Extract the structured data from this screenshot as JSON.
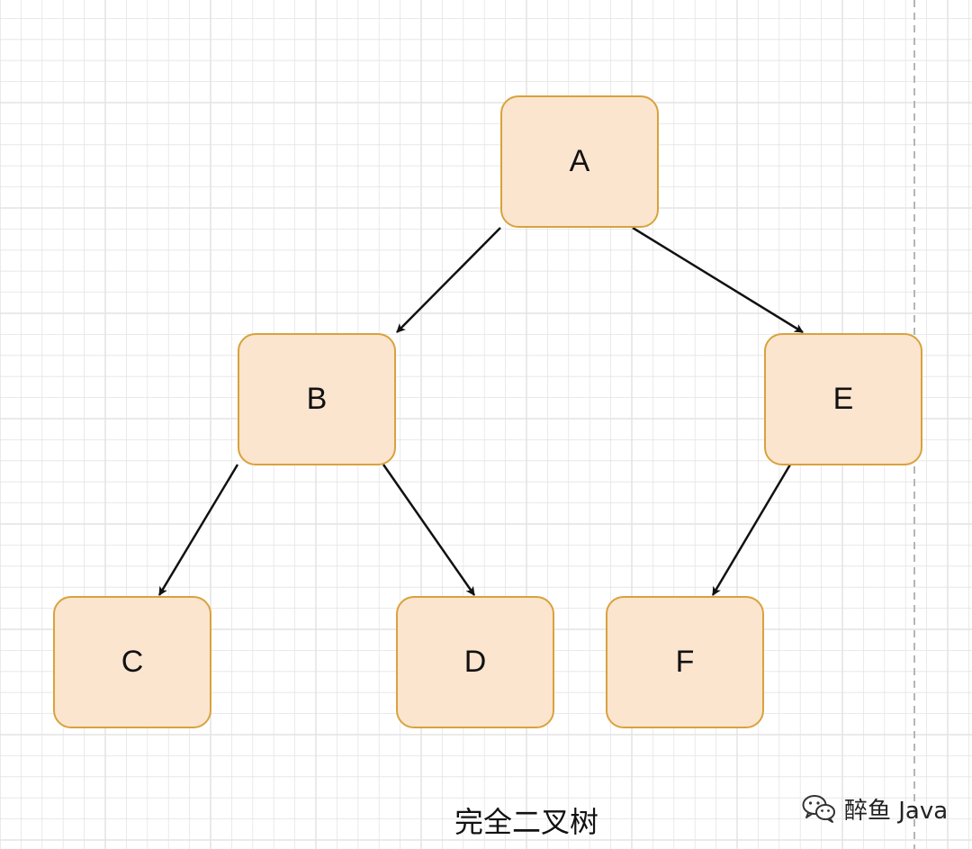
{
  "diagram": {
    "nodes": [
      {
        "id": "A",
        "label": "A"
      },
      {
        "id": "B",
        "label": "B"
      },
      {
        "id": "E",
        "label": "E"
      },
      {
        "id": "C",
        "label": "C"
      },
      {
        "id": "D",
        "label": "D"
      },
      {
        "id": "F",
        "label": "F"
      }
    ],
    "edges": [
      {
        "from": "A",
        "to": "B"
      },
      {
        "from": "A",
        "to": "E"
      },
      {
        "from": "B",
        "to": "C"
      },
      {
        "from": "B",
        "to": "D"
      },
      {
        "from": "E",
        "to": "F"
      }
    ],
    "caption": "完全二叉树"
  },
  "watermark": {
    "text": "醉鱼 Java",
    "icon": "wechat-icon"
  },
  "colors": {
    "node_fill": "#fbe5cf",
    "node_border": "#d9a23d",
    "edge": "#111111",
    "grid": "#e4e4e4",
    "divider": "#b5b5b5"
  }
}
